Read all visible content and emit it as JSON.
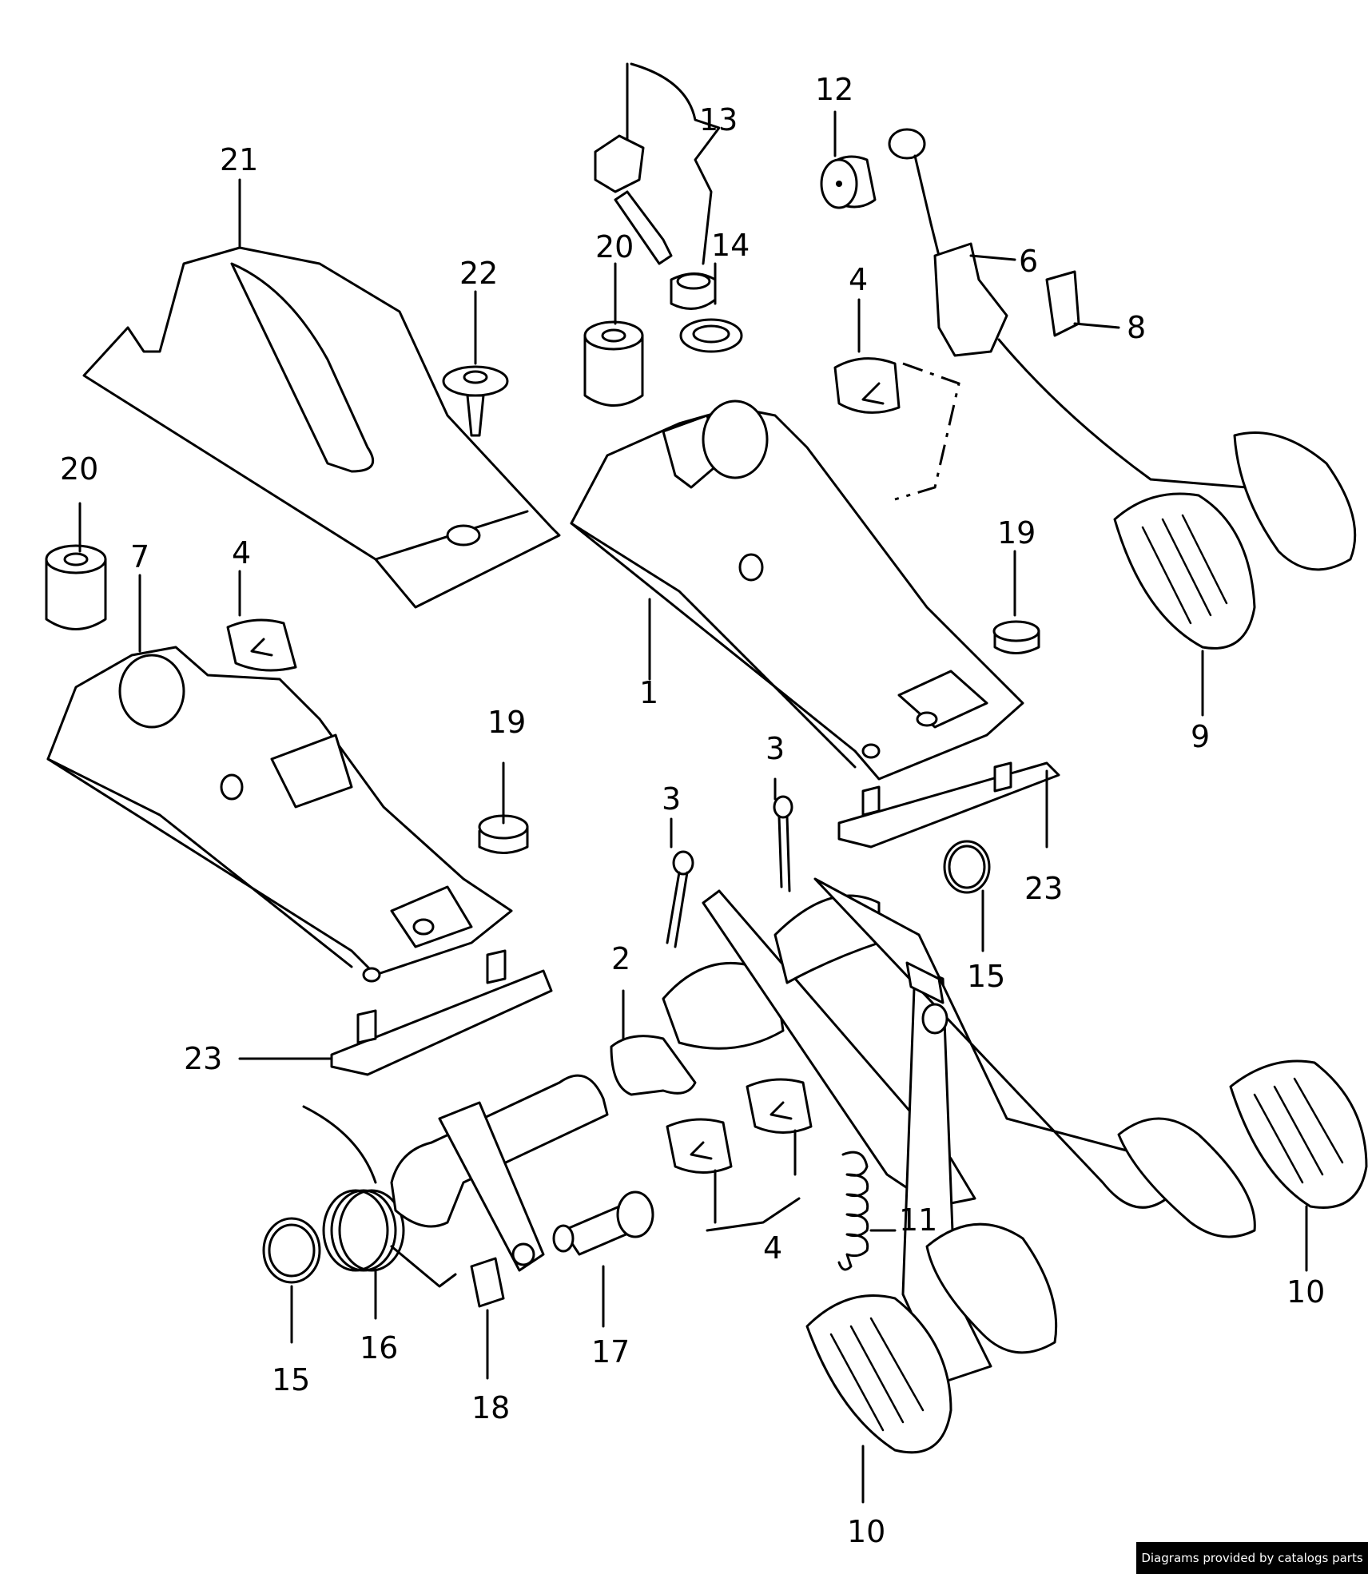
{
  "callouts": {
    "c1": "1",
    "c2": "2",
    "c3a": "3",
    "c3b": "3",
    "c4a": "4",
    "c4b": "4",
    "c4c": "4",
    "c6": "6",
    "c7": "7",
    "c8": "8",
    "c9": "9",
    "c10a": "10",
    "c10b": "10",
    "c11": "11",
    "c12": "12",
    "c13": "13",
    "c14": "14",
    "c15a": "15",
    "c15b": "15",
    "c16": "16",
    "c17": "17",
    "c18": "18",
    "c19a": "19",
    "c19b": "19",
    "c20a": "20",
    "c20b": "20",
    "c21": "21",
    "c22": "22",
    "c23a": "23",
    "c23b": "23"
  },
  "credit": "Diagrams provided by catalogs parts",
  "colors": {
    "ink": "#000000",
    "paper": "#ffffff"
  }
}
